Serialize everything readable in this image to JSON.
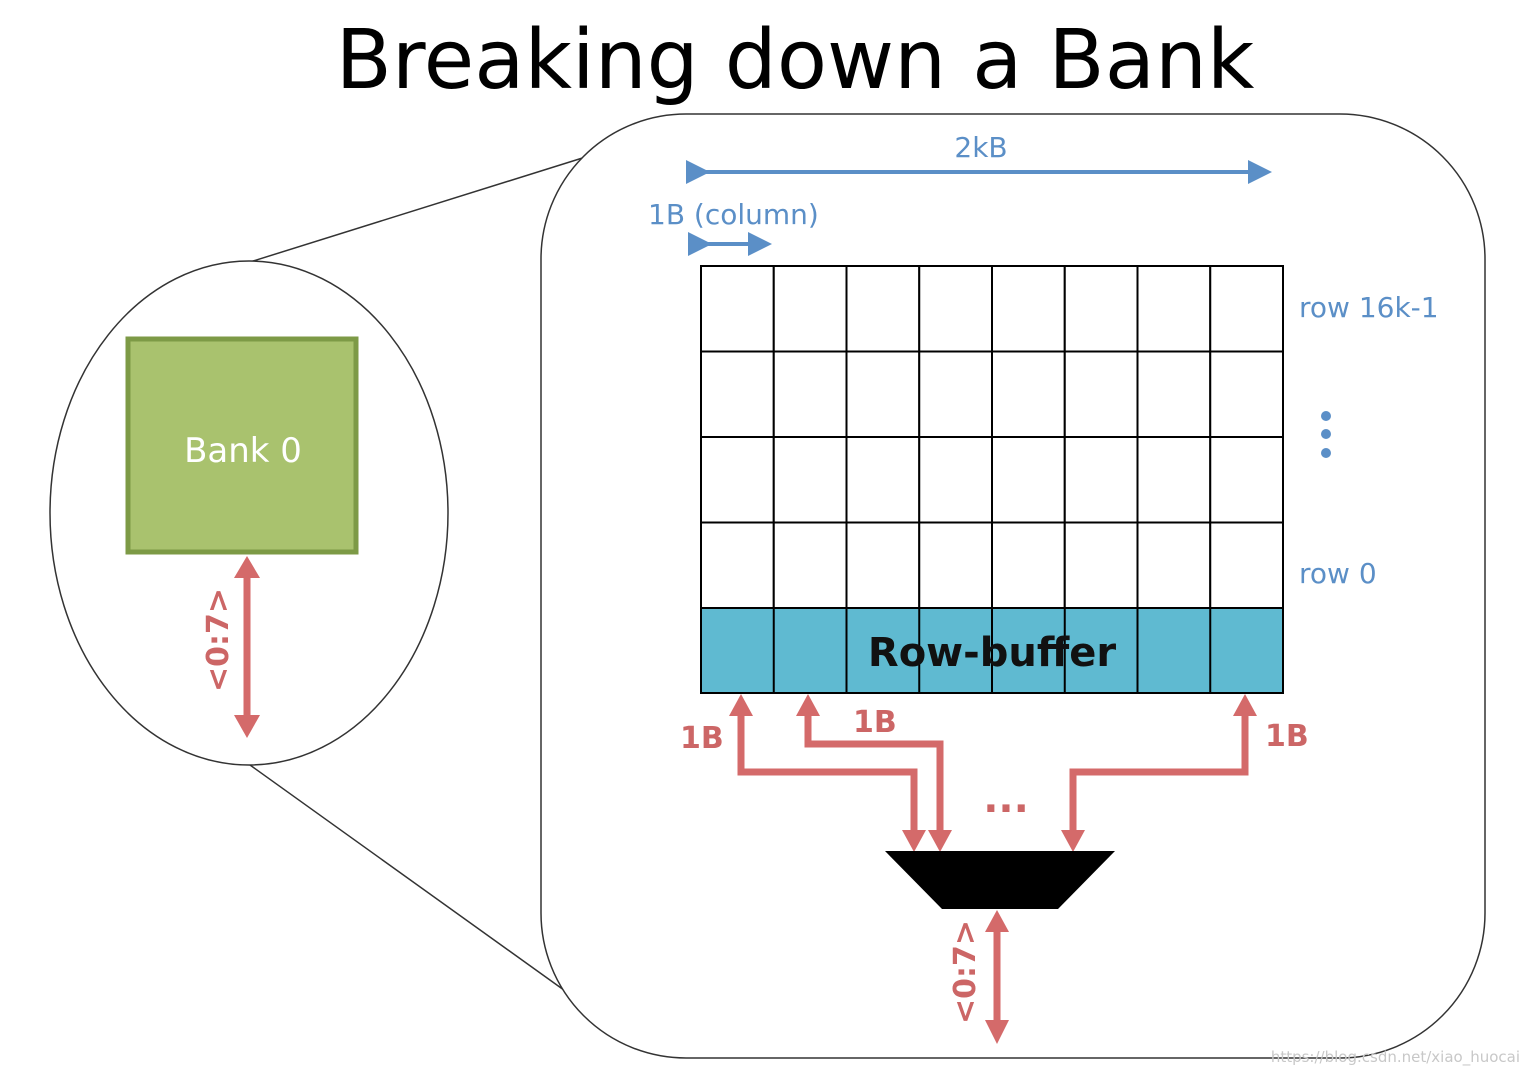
{
  "title": "Breaking down a Bank",
  "bank": {
    "label": "Bank 0",
    "bus_label": "<0:7>"
  },
  "bank_detail": {
    "width_label": "2kB",
    "column_label": "1B (column)",
    "top_row_label": "row 16k-1",
    "bottom_row_label": "row 0",
    "row_buffer_label": "Row-buffer",
    "grid_columns": 8,
    "grid_rows": 4,
    "byte_labels": [
      "1B",
      "1B",
      "1B"
    ],
    "ellipsis": "...",
    "mux_output_label": "<0:7>"
  },
  "colors": {
    "bank_fill": "#A9C26E",
    "bank_border": "#7D9A46",
    "blue_label": "#5B8FC7",
    "red_arrow": "#D46A6A",
    "row_buffer_fill": "#5FBAD1",
    "mux_fill": "#000000"
  },
  "watermark": "https://blog.csdn.net/xiao_huocai"
}
